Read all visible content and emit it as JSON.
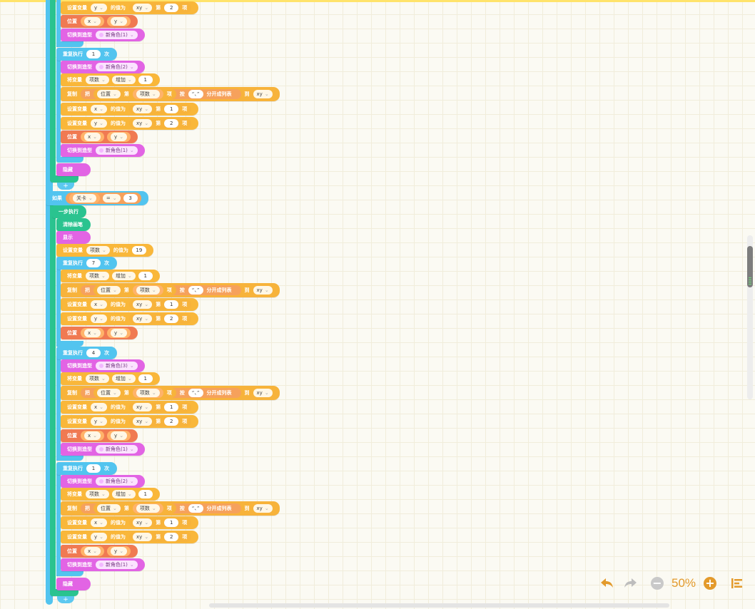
{
  "labels": {
    "set_var": "设置变量",
    "value_to": "的值为",
    "item_nth": "第",
    "item": "项",
    "goto": "位置",
    "switch_costume": "切换到造型",
    "repeat": "重复执行",
    "times": "次",
    "change_var": "将变量",
    "increase": "增加",
    "copy": "复制",
    "ba": "把",
    "by": "按",
    "split_list": "分开成列表",
    "to": "到",
    "hide": "隐藏",
    "show": "显示",
    "if": "如果",
    "step": "一步执行",
    "clear_pen": "清除画笔",
    "eq": "=",
    "plus_icon": "+"
  },
  "vars": {
    "x": "x",
    "y": "y",
    "xy": "xy",
    "position": "位置",
    "index": "项数",
    "level": "关卡",
    "delimiter": "“、”"
  },
  "costumes": {
    "c1": "新角色(1)",
    "c2": "新角色(2)",
    "c3": "新角色(3)"
  },
  "numbers": {
    "one": "1",
    "two": "2",
    "three": "3",
    "four": "4",
    "seven": "7",
    "nineteen": "19"
  },
  "zoom": {
    "level": "50%"
  },
  "colors": {
    "looks": "#e264e4",
    "variables": "#f9b73a",
    "motion": "#f07a52",
    "control": "#52c4ef",
    "pen": "#2ac38f",
    "accent": "#e39a2b"
  }
}
